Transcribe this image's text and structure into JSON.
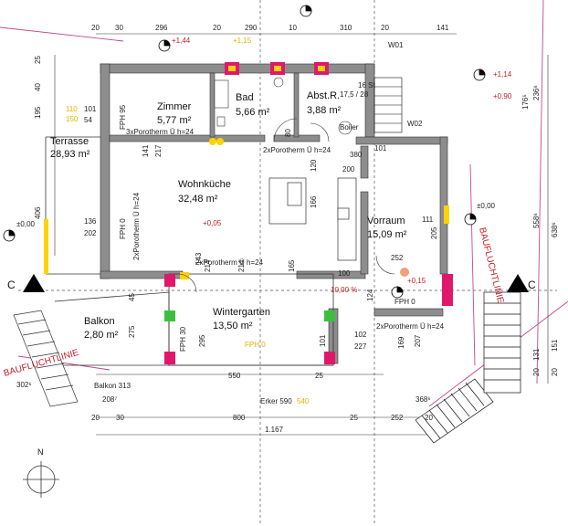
{
  "plan": {
    "rooms": {
      "zimmer": {
        "name": "Zimmer",
        "area": "5,77 m²"
      },
      "bad": {
        "name": "Bad",
        "area": "5,66 m²"
      },
      "abstr": {
        "name": "Abst.R.",
        "area": "3,88 m²"
      },
      "wohnkueche": {
        "name": "Wohnküche",
        "area": "32,48 m²"
      },
      "vorraum": {
        "name": "Vorraum",
        "area": "15,09 m²"
      },
      "wintergarten": {
        "name": "Wintergarten",
        "area": "13,50 m²"
      },
      "terrasse": {
        "name": "Terrasse",
        "area": "28,93 m²"
      },
      "balkon": {
        "name": "Balkon",
        "area": "2,80 m²"
      }
    },
    "wall_notes": {
      "porotherm_1": "3xPorotherm Ü h=24",
      "porotherm_2": "2xPorotherm Ü h=24",
      "porotherm_3": "2xPorotherm Ü h=24",
      "porotherm_4": "2xPorotherm Ü h=24",
      "porotherm_5": "2xPorotherm Ü h=24",
      "fph95": "FPH 95",
      "fph0_left": "FPH 0",
      "fph0_right": "FPH 0",
      "fph0_wg": "FPH 0",
      "fph30": "FPH 30"
    },
    "labels": {
      "north": "N",
      "section_left": "C",
      "section_right": "C",
      "baufluchtlinie_left": "BAUFLUCHTLINIE",
      "baufluchtlinie_right": "BAUFLUCHTLINIE",
      "w01": "W01",
      "w02": "W02",
      "boiler": "Boiler",
      "stairs_top": "16 St",
      "stairs_top_dims": "17,5 / 28",
      "erker": "Erker 590",
      "erker_yellow": "540",
      "balkon_dim": "Balkon 313",
      "pct": "10,00 %"
    },
    "levels": {
      "l1": "+1,44",
      "l2": "+1,15",
      "l3": "+1,14",
      "l4": "+0,90",
      "l5": "±0,00",
      "l6": "+0,05",
      "l7": "±0,00",
      "l8": "+0,15"
    },
    "dims_top": [
      "20",
      "30",
      "296",
      "20",
      "290",
      "10",
      "310",
      "20",
      "141"
    ],
    "dims_bottom_1": [
      "550",
      "25"
    ],
    "dims_bottom_2": [
      "20",
      "30",
      "800",
      "25",
      "252",
      "20"
    ],
    "dims_bottom_total": "1.167",
    "dims_bottom_368": "368⁶",
    "dims_bottom_302": "302⁶",
    "dims_bottom_2087": "208⁷",
    "dims_left": [
      "195",
      "40",
      "25"
    ],
    "dims_right": [
      "236⁶",
      "176⁵",
      "558⁶",
      "638⁶",
      "151",
      "131",
      "20",
      "20"
    ],
    "dims_inner": [
      "141",
      "217",
      "120",
      "166",
      "214",
      "214",
      "143",
      "165",
      "100",
      "380",
      "200",
      "80",
      "101",
      "205",
      "111",
      "252",
      "124",
      "169",
      "207",
      "102",
      "227",
      "101",
      "275",
      "295",
      "45",
      "136",
      "202",
      "406",
      "110",
      "54",
      "101",
      "150"
    ]
  }
}
